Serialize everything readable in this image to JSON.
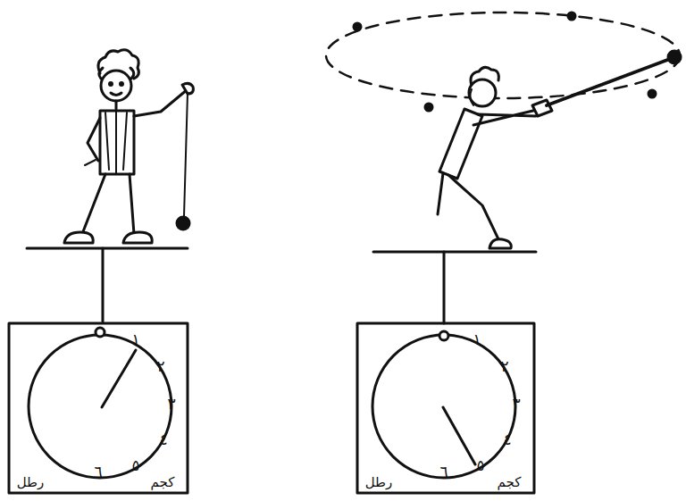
{
  "diagram": {
    "labels": [
      "١",
      "٢",
      "٣",
      "٤",
      "٥",
      "٦",
      "رطل",
      "كجم",
      "١",
      "٢",
      "٣",
      "٤",
      "٥",
      "٦",
      "رطل",
      "كجم"
    ]
  }
}
